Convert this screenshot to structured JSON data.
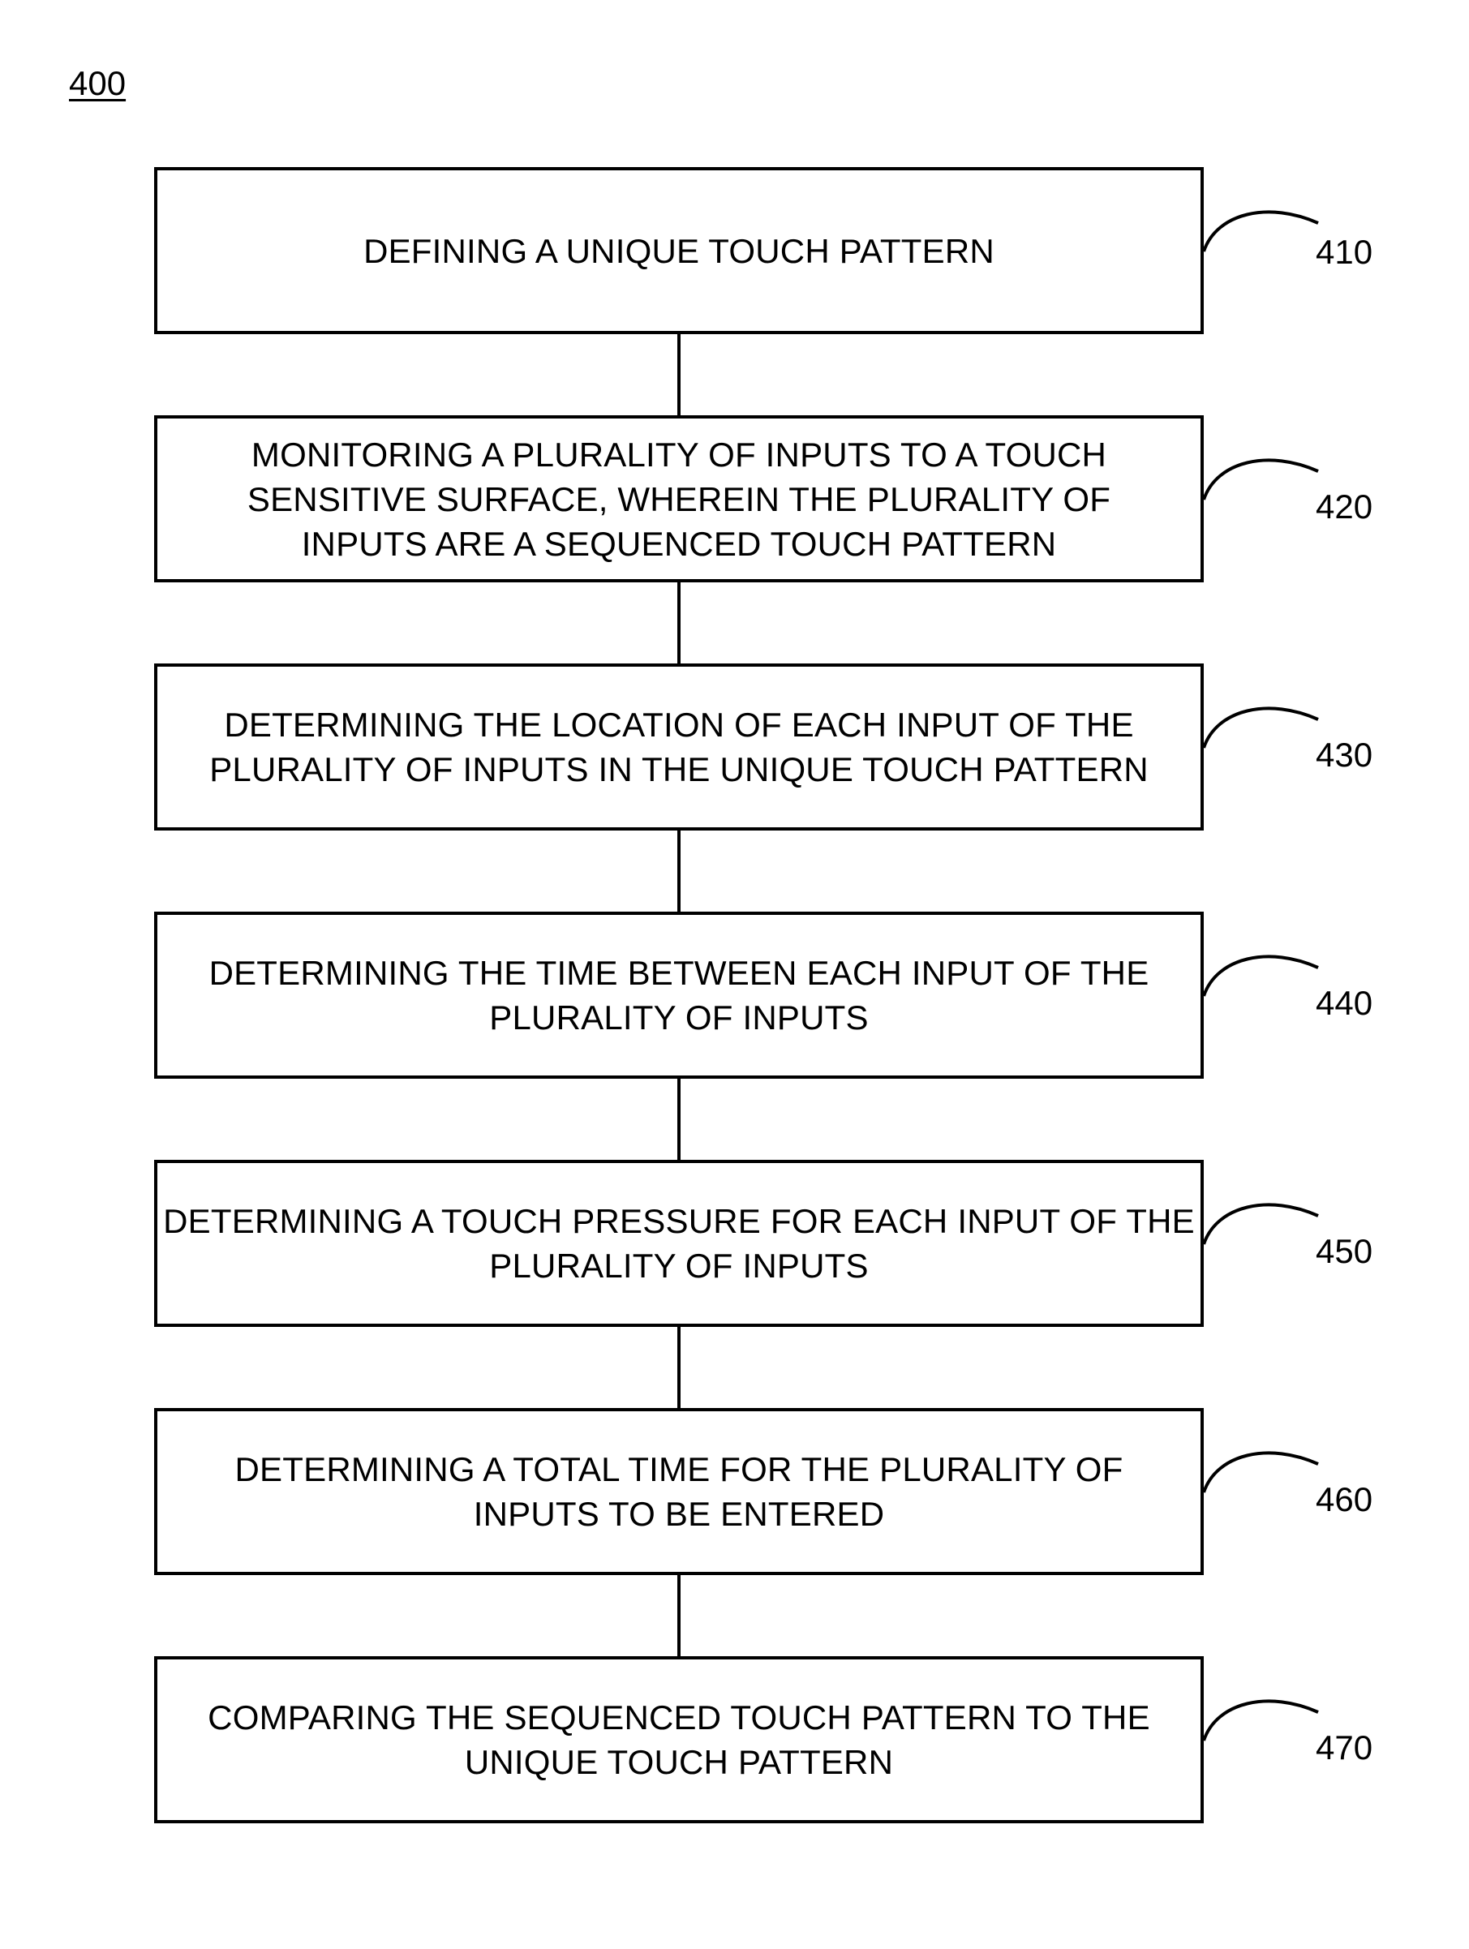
{
  "figure_label": "400",
  "steps": [
    {
      "ref": "410",
      "text": "DEFINING A UNIQUE TOUCH PATTERN"
    },
    {
      "ref": "420",
      "text": "MONITORING A PLURALITY OF INPUTS TO A TOUCH SENSITIVE SURFACE, WHEREIN THE PLURALITY OF INPUTS ARE A SEQUENCED TOUCH PATTERN"
    },
    {
      "ref": "430",
      "text": "DETERMINING THE LOCATION OF EACH INPUT OF THE PLURALITY OF INPUTS IN THE UNIQUE TOUCH PATTERN"
    },
    {
      "ref": "440",
      "text": "DETERMINING THE TIME BETWEEN EACH INPUT OF THE PLURALITY OF INPUTS"
    },
    {
      "ref": "450",
      "text": "DETERMINING A TOUCH PRESSURE FOR EACH INPUT OF THE PLURALITY OF INPUTS"
    },
    {
      "ref": "460",
      "text": "DETERMINING A TOTAL TIME FOR THE PLURALITY OF INPUTS TO BE ENTERED"
    },
    {
      "ref": "470",
      "text": "COMPARING THE SEQUENCED TOUCH PATTERN TO THE UNIQUE TOUCH PATTERN"
    }
  ]
}
